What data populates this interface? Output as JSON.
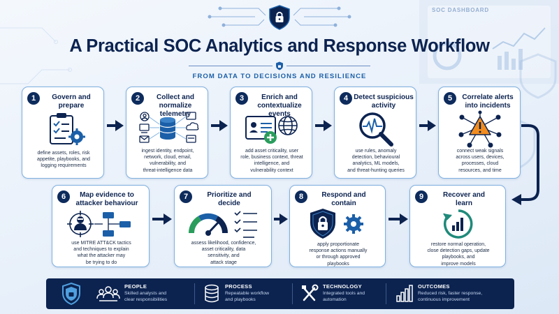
{
  "header": {
    "title": "A Practical SOC Analytics and Response Workflow",
    "subtitle": "FROM DATA TO DECISIONS AND RESILIENCE",
    "dashboard_label": "SOC DASHBOARD"
  },
  "steps": [
    {
      "number": "1",
      "title_lines": [
        "Govern and",
        "prepare"
      ],
      "desc_lines": [
        "define assets, roles, risk",
        "appetite, playbooks, and",
        "logging requirements"
      ],
      "icon": "clipboard-gear-icon"
    },
    {
      "number": "2",
      "title_lines": [
        "Collect and",
        "normalize telemetry"
      ],
      "desc_lines": [
        "ingest identity, endpoint,",
        "network, cloud, email,",
        "vulnerability, and",
        "threat-intelligence data"
      ],
      "icon": "database-sources-icon"
    },
    {
      "number": "3",
      "title_lines": [
        "Enrich and",
        "contextualize events"
      ],
      "desc_lines": [
        "add asset criticality, user",
        "role, business context, threat",
        "intelligence, and",
        "vulnerability context"
      ],
      "icon": "id-card-globe-icon"
    },
    {
      "number": "4",
      "title_lines": [
        "Detect suspicious",
        "activity"
      ],
      "desc_lines": [
        "use rules, anomaly",
        "detection, behavioural",
        "analytics, ML models,",
        "and threat-hunting queries"
      ],
      "icon": "magnifier-pulse-icon"
    },
    {
      "number": "5",
      "title_lines": [
        "Correlate alerts",
        "into incidents"
      ],
      "desc_lines": [
        "connect weak signals",
        "across users, devices,",
        "processes, cloud",
        "resources, and time"
      ],
      "icon": "alert-network-icon"
    },
    {
      "number": "6",
      "title_lines": [
        "Map evidence to",
        "attacker behaviour"
      ],
      "desc_lines": [
        "use MITRE ATT&CK tactics",
        "and techniques to explain",
        "what the attacker may",
        "be trying to do"
      ],
      "icon": "attacker-map-icon"
    },
    {
      "number": "7",
      "title_lines": [
        "Prioritize and",
        "decide"
      ],
      "desc_lines": [
        "assess likelihood, confidence,",
        "asset criticality, data",
        "sensitivity, and",
        "attack stage"
      ],
      "icon": "gauge-checklist-icon"
    },
    {
      "number": "8",
      "title_lines": [
        "Respond and",
        "contain"
      ],
      "desc_lines": [
        "apply proportionate",
        "response actions manually",
        "or through approved",
        "playbooks"
      ],
      "icon": "shield-lock-gear-icon"
    },
    {
      "number": "9",
      "title_lines": [
        "Recover and",
        "learn"
      ],
      "desc_lines": [
        "restore normal operation,",
        "close detection gaps, update",
        "playbooks, and",
        "improve models"
      ],
      "icon": "recovery-chart-icon"
    }
  ],
  "pillars": [
    {
      "title": "PEOPLE",
      "desc_lines": [
        "Skilled analysts and",
        "clear responsibilities"
      ],
      "icon": "people-icon"
    },
    {
      "title": "PROCESS",
      "desc_lines": [
        "Repeatable workflow",
        "and playbooks"
      ],
      "icon": "database-stack-icon"
    },
    {
      "title": "TECHNOLOGY",
      "desc_lines": [
        "Integrated tools and",
        "automation"
      ],
      "icon": "tools-icon"
    },
    {
      "title": "OUTCOMES",
      "desc_lines": [
        "Reduced risk, faster response,",
        "continuous improvement"
      ],
      "icon": "bar-chart-icon"
    }
  ],
  "colors": {
    "navy": "#0c2350",
    "accent_blue": "#1b5fa8",
    "card_border": "#7fb0e0",
    "alert_orange": "#f28c1e",
    "green": "#2a9d5c",
    "teal": "#1f8a7a"
  }
}
